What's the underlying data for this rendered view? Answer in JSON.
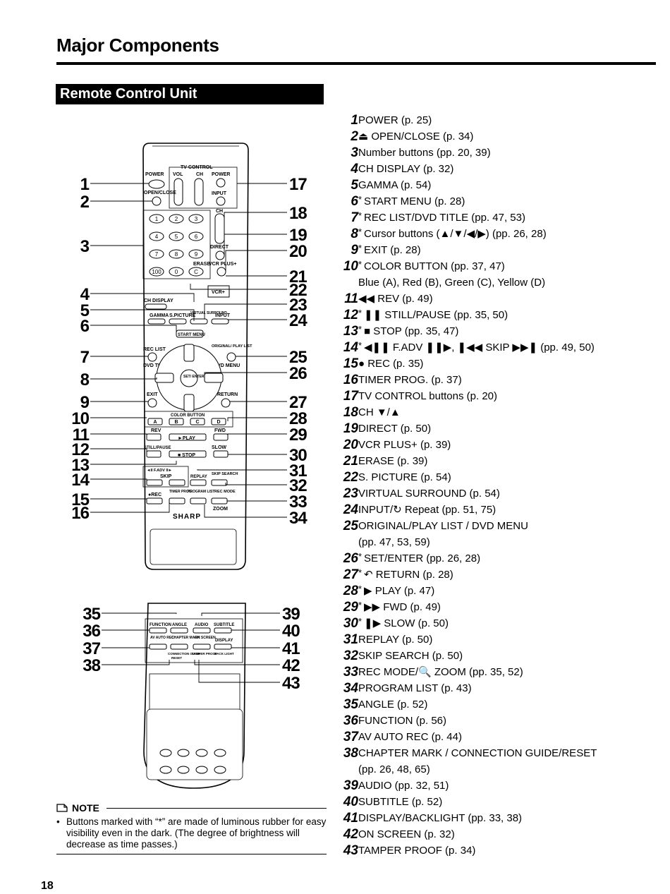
{
  "header": {
    "title": "Major Components"
  },
  "section": {
    "title": "Remote Control Unit"
  },
  "legend": [
    {
      "num": "1",
      "star": "",
      "text": "POWER (p. 25)"
    },
    {
      "num": "2",
      "star": "",
      "text": "⏏ OPEN/CLOSE (p. 34)"
    },
    {
      "num": "3",
      "star": "",
      "text": "Number buttons (pp. 20, 39)"
    },
    {
      "num": "4",
      "star": "",
      "text": "CH DISPLAY (p. 32)"
    },
    {
      "num": "5",
      "star": "",
      "text": "GAMMA (p. 54)"
    },
    {
      "num": "6",
      "star": "*",
      "text": "START MENU (p. 28)"
    },
    {
      "num": "7",
      "star": "*",
      "text": "REC LIST/DVD TITLE (pp. 47, 53)"
    },
    {
      "num": "8",
      "star": "*",
      "text": "Cursor buttons (▲/▼/◀/▶) (pp. 26, 28)"
    },
    {
      "num": "9",
      "star": "*",
      "text": "EXIT (p. 28)"
    },
    {
      "num": "10",
      "star": "*",
      "text": "COLOR BUTTON (pp. 37, 47)"
    },
    {
      "num": "",
      "star": "",
      "text": "Blue (A), Red (B), Green (C), Yellow (D)"
    },
    {
      "num": "11",
      "star": "",
      "text": "◀◀ REV (p. 49)"
    },
    {
      "num": "12",
      "star": "*",
      "text": "❚❚ STILL/PAUSE (pp. 35, 50)"
    },
    {
      "num": "13",
      "star": "*",
      "text": "■ STOP (pp. 35, 47)"
    },
    {
      "num": "14",
      "star": "*",
      "text": "◀❚❚ F.ADV ❚❚▶, ❚◀◀ SKIP ▶▶❚ (pp. 49, 50)"
    },
    {
      "num": "15",
      "star": "",
      "text": "● REC (p. 35)"
    },
    {
      "num": "16",
      "star": "",
      "text": "TIMER PROG. (p. 37)"
    },
    {
      "num": "17",
      "star": "",
      "text": "TV CONTROL buttons (p. 20)"
    },
    {
      "num": "18",
      "star": "",
      "text": "CH ▼/▲"
    },
    {
      "num": "19",
      "star": "",
      "text": "DIRECT (p. 50)"
    },
    {
      "num": "20",
      "star": "",
      "text": "VCR PLUS+ (p. 39)"
    },
    {
      "num": "21",
      "star": "",
      "text": "ERASE (p. 39)"
    },
    {
      "num": "22",
      "star": "",
      "text": "S. PICTURE (p. 54)"
    },
    {
      "num": "23",
      "star": "",
      "text": "VIRTUAL SURROUND (p. 54)"
    },
    {
      "num": "24",
      "star": "",
      "text": "INPUT/↻ Repeat (pp. 51, 75)"
    },
    {
      "num": "25",
      "star": "",
      "text": "ORIGINAL/PLAY LIST / DVD MENU"
    },
    {
      "num": "",
      "star": "",
      "text": "(pp. 47, 53, 59)"
    },
    {
      "num": "26",
      "star": "*",
      "text": "SET/ENTER (pp. 26, 28)"
    },
    {
      "num": "27",
      "star": "*",
      "text": "↶ RETURN (p. 28)"
    },
    {
      "num": "28",
      "star": "*",
      "text": "▶ PLAY (p. 47)"
    },
    {
      "num": "29",
      "star": "*",
      "text": "▶▶ FWD (p. 49)"
    },
    {
      "num": "30",
      "star": "*",
      "text": "❚▶ SLOW (p. 50)"
    },
    {
      "num": "31",
      "star": "",
      "text": "REPLAY (p. 50)"
    },
    {
      "num": "32",
      "star": "",
      "text": "SKIP SEARCH (p. 50)"
    },
    {
      "num": "33",
      "star": "",
      "text": "REC MODE/🔍 ZOOM (pp. 35, 52)"
    },
    {
      "num": "34",
      "star": "",
      "text": "PROGRAM LIST (p. 43)"
    },
    {
      "num": "35",
      "star": "",
      "text": "ANGLE (p. 52)"
    },
    {
      "num": "36",
      "star": "",
      "text": "FUNCTION (p. 56)"
    },
    {
      "num": "37",
      "star": "",
      "text": "AV AUTO REC (p. 44)"
    },
    {
      "num": "38",
      "star": "",
      "text": "CHAPTER MARK / CONNECTION GUIDE/RESET"
    },
    {
      "num": "",
      "star": "",
      "text": "(pp. 26, 48, 65)"
    },
    {
      "num": "39",
      "star": "",
      "text": "AUDIO (pp. 32, 51)"
    },
    {
      "num": "40",
      "star": "",
      "text": "SUBTITLE (p. 52)"
    },
    {
      "num": "41",
      "star": "",
      "text": "DISPLAY/BACKLIGHT (pp. 33, 38)"
    },
    {
      "num": "42",
      "star": "",
      "text": "ON SCREEN (p. 32)"
    },
    {
      "num": "43",
      "star": "",
      "text": "TAMPER PROOF (p. 34)"
    }
  ],
  "remote": {
    "callouts_left": [
      "1",
      "2",
      "3",
      "4",
      "5",
      "6",
      "7",
      "8",
      "9",
      "10",
      "11",
      "12",
      "13",
      "14",
      "15",
      "16"
    ],
    "callouts_right": [
      "17",
      "18",
      "19",
      "20",
      "21",
      "22",
      "23",
      "24",
      "25",
      "26",
      "27",
      "28",
      "29",
      "30",
      "31",
      "32",
      "33",
      "34"
    ],
    "callouts_lower_left": [
      "35",
      "36",
      "37",
      "38"
    ],
    "callouts_lower_right": [
      "39",
      "40",
      "41",
      "42",
      "43"
    ],
    "labels": {
      "tv_control": "TV CONTROL",
      "power": "POWER",
      "vol": "VOL",
      "ch": "CH",
      "power2": "POWER",
      "open_close": "OPEN/CLOSE",
      "input": "INPUT",
      "ch2": "CH",
      "direct": "DIRECT",
      "erase": "ERASE",
      "vcr_plus": "VCR PLUS+",
      "ch_display": "CH DISPLAY",
      "gamma": "GAMMA",
      "s_picture": "S.PICTURE",
      "virtual_surround": "VIRTUAL SURROUND",
      "input2": "INPUT",
      "start_menu": "START MENU",
      "rec_list": "REC LIST",
      "dvd_title": "DVD TITLE",
      "original_play_list": "ORIGINAL/ PLAY LIST",
      "dvd_menu": "DVD MENU",
      "set_enter": "SET/ ENTER",
      "exit": "EXIT",
      "return": "RETURN",
      "color_button": "COLOR BUTTON",
      "rev": "REV",
      "fwd": "FWD",
      "play": "►PLAY",
      "still_pause": "STILL/PAUSE",
      "stop": "■ STOP",
      "slow": "SLOW",
      "f_adv": "◄II F.ADV II►",
      "skip": "SKIP",
      "replay": "REPLAY",
      "skip_search": "SKIP SEARCH",
      "rec": "●REC",
      "timer_prog": "TIMER PROG.",
      "program_list": "PROGRAM LIST",
      "rec_mode": "REC MODE",
      "zoom": "ZOOM",
      "brand": "SHARP",
      "function": "FUNCTION",
      "angle": "ANGLE",
      "audio": "AUDIO",
      "subtitle": "SUBTITLE",
      "av_auto_rec": "AV AUTO REC",
      "chapter_mark": "CHAPTER MARK",
      "on_screen": "ON SCREEN",
      "display": "DISPLAY",
      "connection_guide": "CONNECTION GUIDE",
      "reset": "RESET",
      "tamper_proof": "TAMPER PROOF",
      "backlight": "BACK LIGHT"
    },
    "number_keys": [
      "1",
      "2",
      "3",
      "4",
      "5",
      "6",
      "7",
      "8",
      "9",
      "100",
      "0",
      "C"
    ],
    "color_keys": [
      "A",
      "B",
      "C",
      "D"
    ]
  },
  "note": {
    "heading": "NOTE",
    "bullet": "•",
    "text": "Buttons marked with “*” are made of luminous rubber for easy visibility even in the dark. (The degree of brightness will decrease as time passes.)"
  },
  "footer": {
    "page_number": "18"
  }
}
